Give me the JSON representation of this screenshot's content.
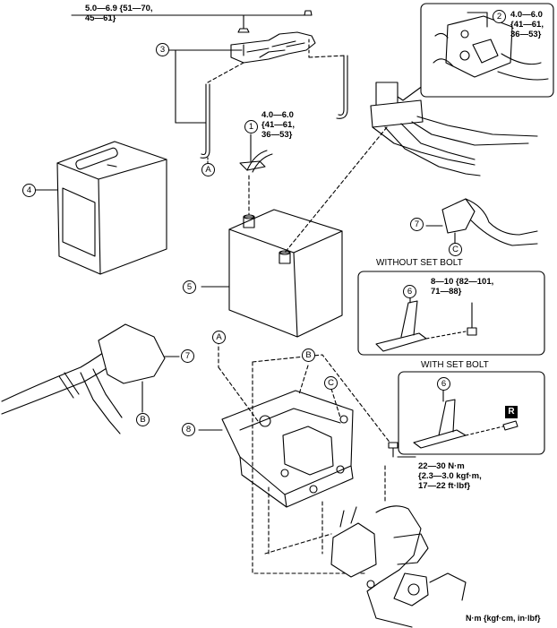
{
  "torque_specs": {
    "hold_down_nut": "5.0—6.9 {51—70,\n45—61}",
    "terminal_1": "4.0—6.0\n{41—61,\n36—53}",
    "terminal_2": "4.0—6.0\n{41—61,\n36—53}",
    "tray_bolt": "22—30 N·m\n{2.3—3.0 kgf·m,\n17—22 ft·lbf}",
    "without_set_bolt": "8—10 {82—101,\n71—88}"
  },
  "part_numbers": {
    "p1": "1",
    "p2": "2",
    "p3": "3",
    "p4": "4",
    "p5": "5",
    "p6a": "6",
    "p6b": "6",
    "p7a": "7",
    "p7b": "7",
    "p8": "8"
  },
  "connection_letters": {
    "a_top": "A",
    "a_tray": "A",
    "b_cable": "B",
    "b_tray": "B",
    "c_cable": "C",
    "c_tray": "C"
  },
  "section_headers": {
    "without_set_bolt": "WITHOUT SET BOLT",
    "with_set_bolt": "WITH SET BOLT"
  },
  "replace_badge": "R",
  "units_note": "N·m {kgf·cm, in·lbf}"
}
